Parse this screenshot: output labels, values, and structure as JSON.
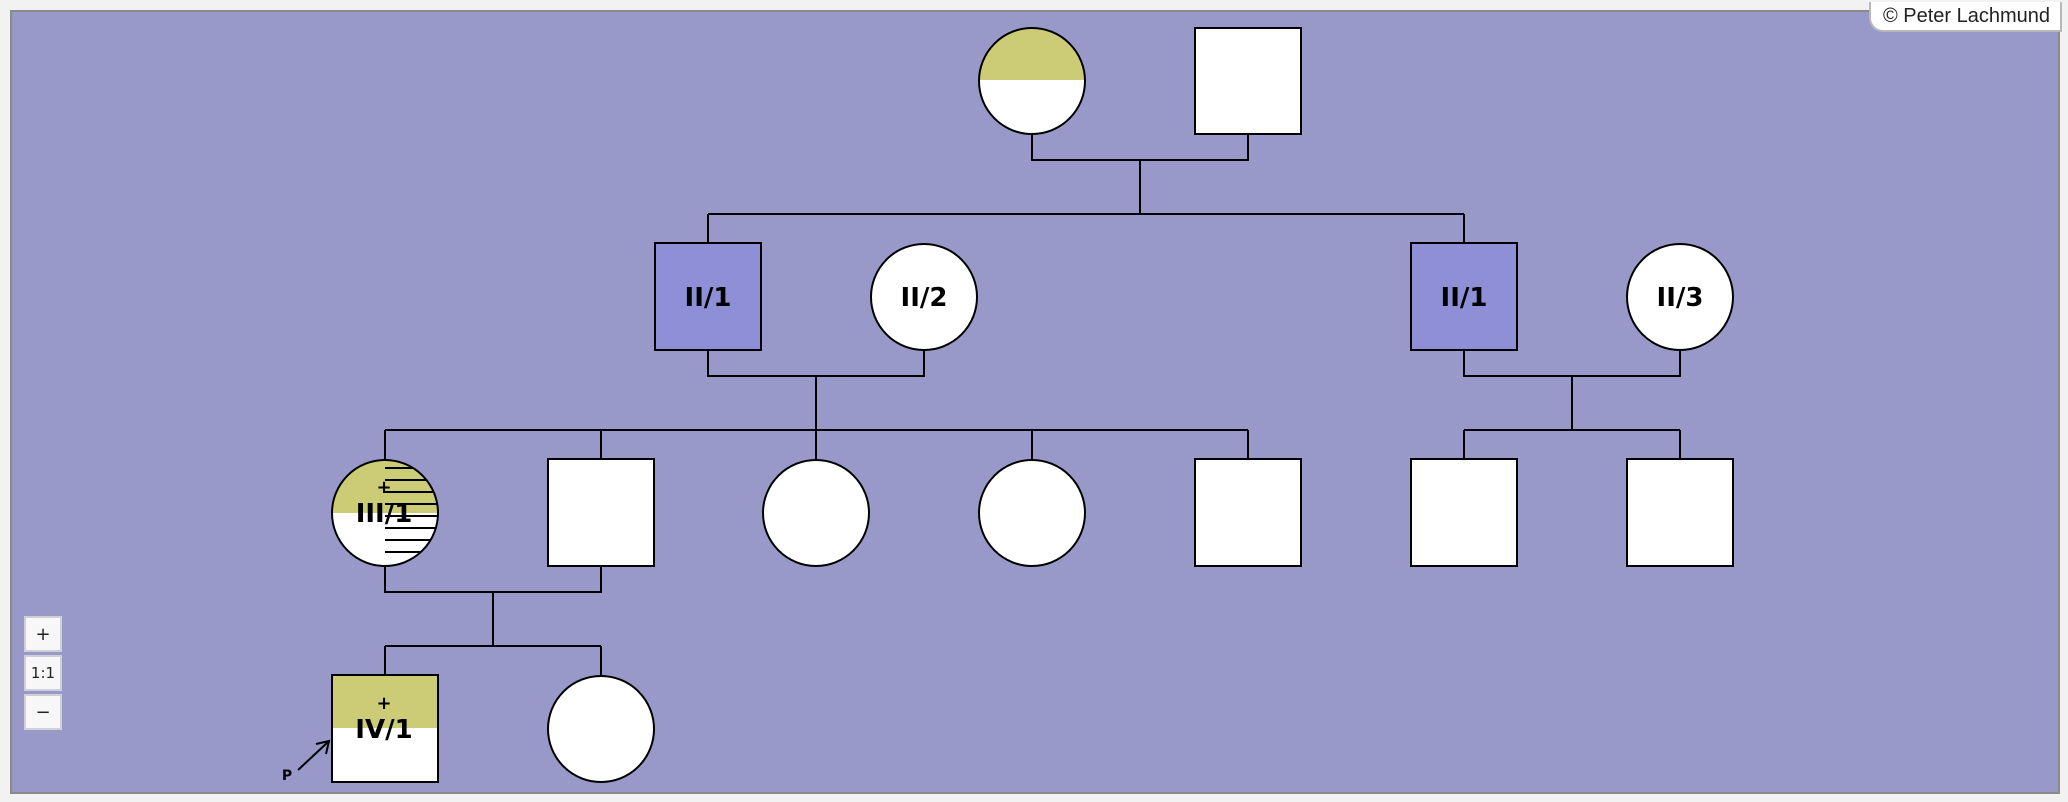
{
  "copyright": "© Peter Lachmund",
  "zoom_controls": {
    "zoom_in": "+",
    "reset": "1:1",
    "zoom_out": "−"
  },
  "colors": {
    "background": "#9899c9",
    "affected_fill": "#cccc77",
    "highlight_fill": "#8e8fd6",
    "symbol_fill": "#ffffff",
    "line": "#000000"
  },
  "individuals": {
    "gen1_female": {
      "label": "",
      "sex": "female",
      "marker": "upper-half-filled"
    },
    "gen1_male": {
      "label": "",
      "sex": "male",
      "marker": "none"
    },
    "gen2_male_a": {
      "label": "II/1",
      "sex": "male",
      "marker": "highlighted"
    },
    "gen2_female_a": {
      "label": "II/2",
      "sex": "female",
      "marker": "none"
    },
    "gen2_male_b": {
      "label": "II/1",
      "sex": "male",
      "marker": "highlighted"
    },
    "gen2_female_b": {
      "label": "II/3",
      "sex": "female",
      "marker": "none"
    },
    "gen3_female_1": {
      "label": "III/1",
      "sex": "female",
      "marker": "upper-half-filled, striped right half",
      "symbol": "+"
    },
    "gen3_male_2": {
      "label": "",
      "sex": "male",
      "marker": "none"
    },
    "gen3_female_3": {
      "label": "",
      "sex": "female",
      "marker": "none"
    },
    "gen3_female_4": {
      "label": "",
      "sex": "female",
      "marker": "none"
    },
    "gen3_male_5": {
      "label": "",
      "sex": "male",
      "marker": "none"
    },
    "gen3_male_6": {
      "label": "",
      "sex": "male",
      "marker": "none"
    },
    "gen3_male_7": {
      "label": "",
      "sex": "male",
      "marker": "none"
    },
    "gen4_male_1": {
      "label": "IV/1",
      "sex": "male",
      "marker": "upper-half-filled",
      "symbol": "+",
      "proband": true
    },
    "gen4_female_2": {
      "label": "",
      "sex": "female",
      "marker": "none"
    }
  },
  "proband_marker": "P"
}
